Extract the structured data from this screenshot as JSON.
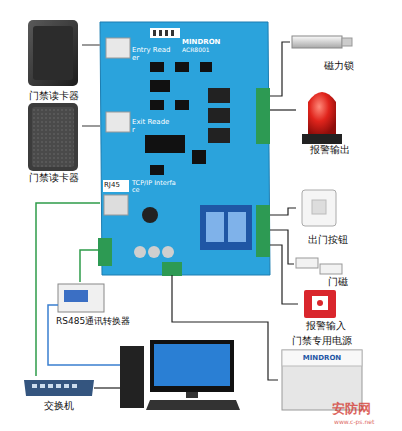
{
  "diagram": {
    "nodes": [
      {
        "text": [
          "MINDRON",
          "ACR8001"
        ]
      },
      {
        "text": [
          "门禁读卡器"
        ]
      },
      {
        "text": [
          "门禁读卡器"
        ]
      },
      {
        "text": [
          "磁力锁"
        ]
      },
      {
        "text": [
          "报警输出"
        ]
      },
      {
        "text": [
          "出门按钮"
        ]
      },
      {
        "text": [
          "门磁"
        ]
      },
      {
        "text": [
          "报警输入"
        ]
      },
      {
        "text": [
          "RS485通讯转换器"
        ]
      },
      {
        "text": [
          "门禁专用电源",
          "MINDRON"
        ]
      },
      {
        "text": [
          "交换机"
        ]
      }
    ],
    "edges": [
      {
        "from": 1,
        "to": 0,
        "arrow": "none"
      },
      {
        "from": 2,
        "to": 0,
        "arrow": "none"
      },
      {
        "from": 0,
        "to": 3,
        "arrow": "none"
      },
      {
        "from": 0,
        "to": 4,
        "arrow": "none"
      },
      {
        "from": 0,
        "to": 5,
        "arrow": "none"
      },
      {
        "from": 0,
        "to": 6,
        "arrow": "none"
      },
      {
        "from": 0,
        "to": 7,
        "arrow": "none"
      },
      {
        "from": 0,
        "to": 8,
        "arrow": "none"
      },
      {
        "from": 0,
        "to": 9,
        "arrow": "none"
      },
      {
        "from": 0,
        "to": 10,
        "arrow": "none"
      }
    ],
    "labels": [
      "Entry Reader",
      "Exit Reader",
      "RJ45",
      "TCP/IP Interface",
      "安防网",
      "www.c-ps.net"
    ]
  }
}
